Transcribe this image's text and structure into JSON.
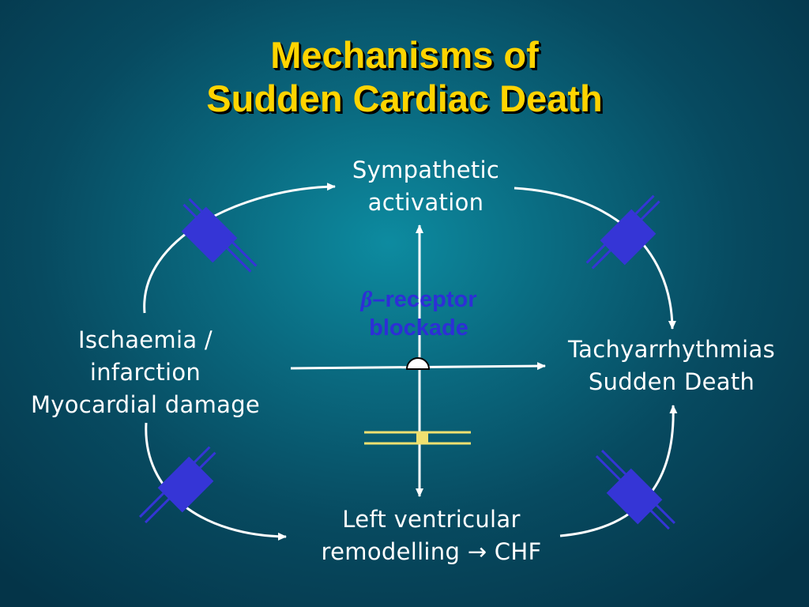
{
  "title": {
    "line1": "Mechanisms of",
    "line2": "Sudden Cardiac Death"
  },
  "nodes": {
    "sympathetic": {
      "line1": "Sympathetic",
      "line2": "activation"
    },
    "ischaemia": {
      "line1": "Ischaemia /",
      "line2": "infarction",
      "line3": "Myocardial damage"
    },
    "tachyarrhythmias": {
      "line1": "Tachyarrhythmias",
      "line2": "Sudden Death"
    },
    "lv_remodelling": {
      "line1": "Left ventricular",
      "line2": "remodelling → CHF"
    }
  },
  "center": {
    "beta_symbol": "β",
    "receptor": "–receptor",
    "blockade": "blockade"
  },
  "colors": {
    "title": "#ffd400",
    "text": "#ffffff",
    "blocker": "#3535d6",
    "blockade_text": "#2d2fd6",
    "receptor_line": "#f0e070"
  }
}
